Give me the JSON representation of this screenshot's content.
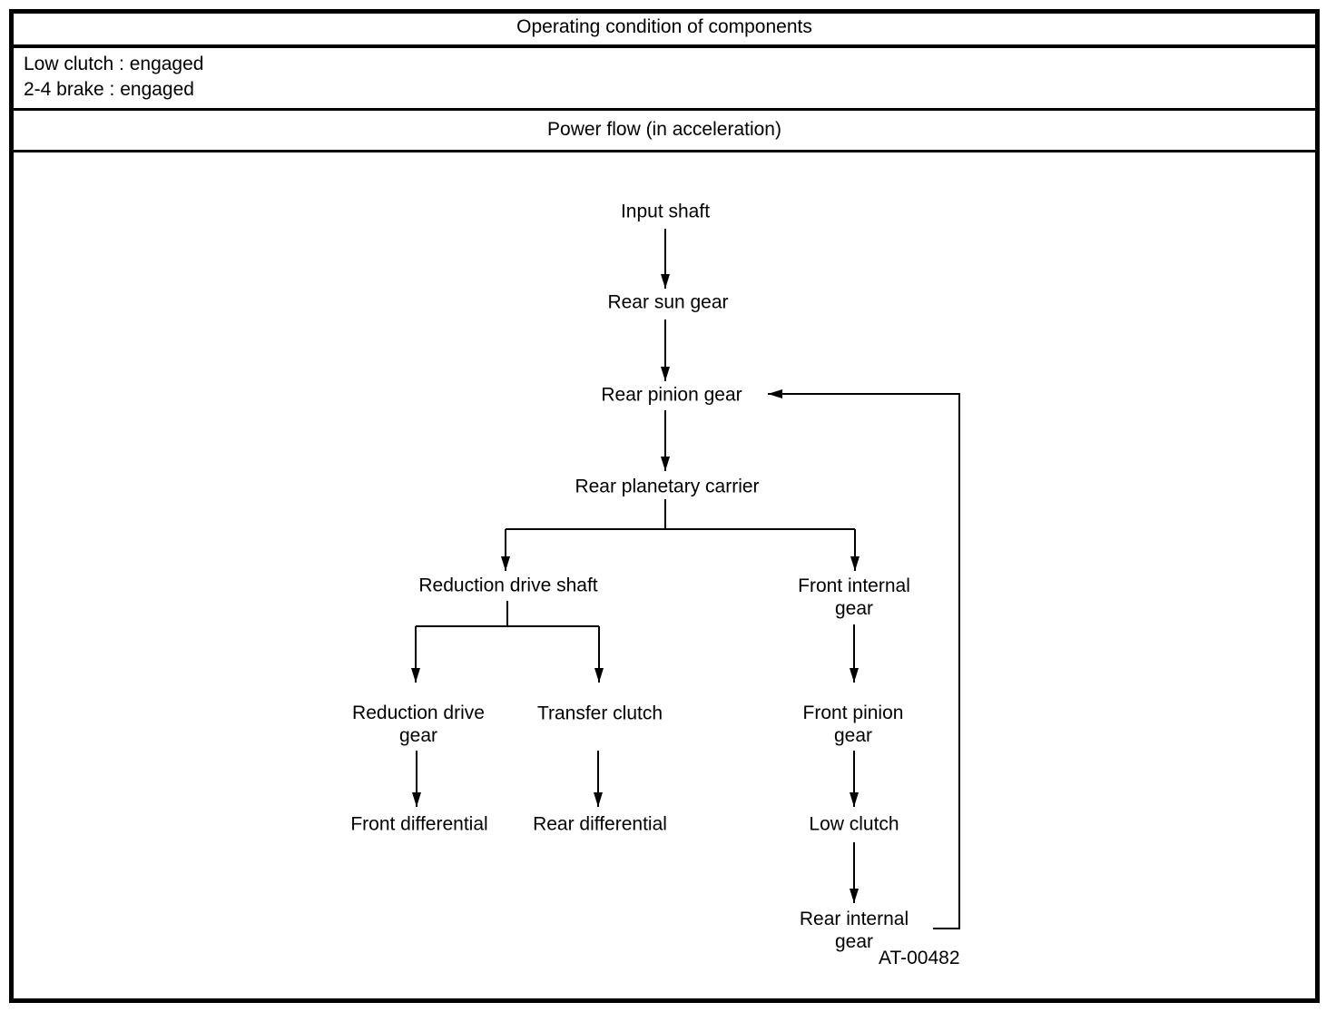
{
  "header": {
    "title": "Operating condition of components",
    "conditions": [
      "Low clutch : engaged",
      "2-4 brake : engaged"
    ],
    "subtitle": "Power flow (in acceleration)"
  },
  "diagram": {
    "nodes": {
      "input_shaft": "Input shaft",
      "rear_sun_gear": "Rear sun gear",
      "rear_pinion_gear": "Rear pinion gear",
      "rear_planetary_carrier": "Rear planetary carrier",
      "reduction_drive_shaft": "Reduction drive shaft",
      "front_internal_gear": "Front internal\ngear",
      "reduction_drive_gear": "Reduction drive\ngear",
      "transfer_clutch": "Transfer clutch",
      "front_pinion_gear": "Front pinion\ngear",
      "front_differential": "Front differential",
      "rear_differential": "Rear differential",
      "low_clutch": "Low clutch",
      "rear_internal_gear": "Rear internal\ngear"
    },
    "edges": [
      {
        "from": "Input shaft",
        "to": "Rear sun gear"
      },
      {
        "from": "Rear sun gear",
        "to": "Rear pinion gear"
      },
      {
        "from": "Rear pinion gear",
        "to": "Rear planetary carrier"
      },
      {
        "from": "Rear planetary carrier",
        "to": "Reduction drive shaft"
      },
      {
        "from": "Rear planetary carrier",
        "to": "Front internal gear"
      },
      {
        "from": "Reduction drive shaft",
        "to": "Reduction drive gear"
      },
      {
        "from": "Reduction drive shaft",
        "to": "Transfer clutch"
      },
      {
        "from": "Reduction drive gear",
        "to": "Front differential"
      },
      {
        "from": "Transfer clutch",
        "to": "Rear differential"
      },
      {
        "from": "Front internal gear",
        "to": "Front pinion gear"
      },
      {
        "from": "Front pinion gear",
        "to": "Low clutch"
      },
      {
        "from": "Low clutch",
        "to": "Rear internal gear"
      },
      {
        "from": "Rear internal gear",
        "to": "Rear pinion gear"
      }
    ],
    "figure_code": "AT-00482"
  },
  "colors": {
    "line": "#000000",
    "background": "#ffffff",
    "text": "#000000"
  }
}
